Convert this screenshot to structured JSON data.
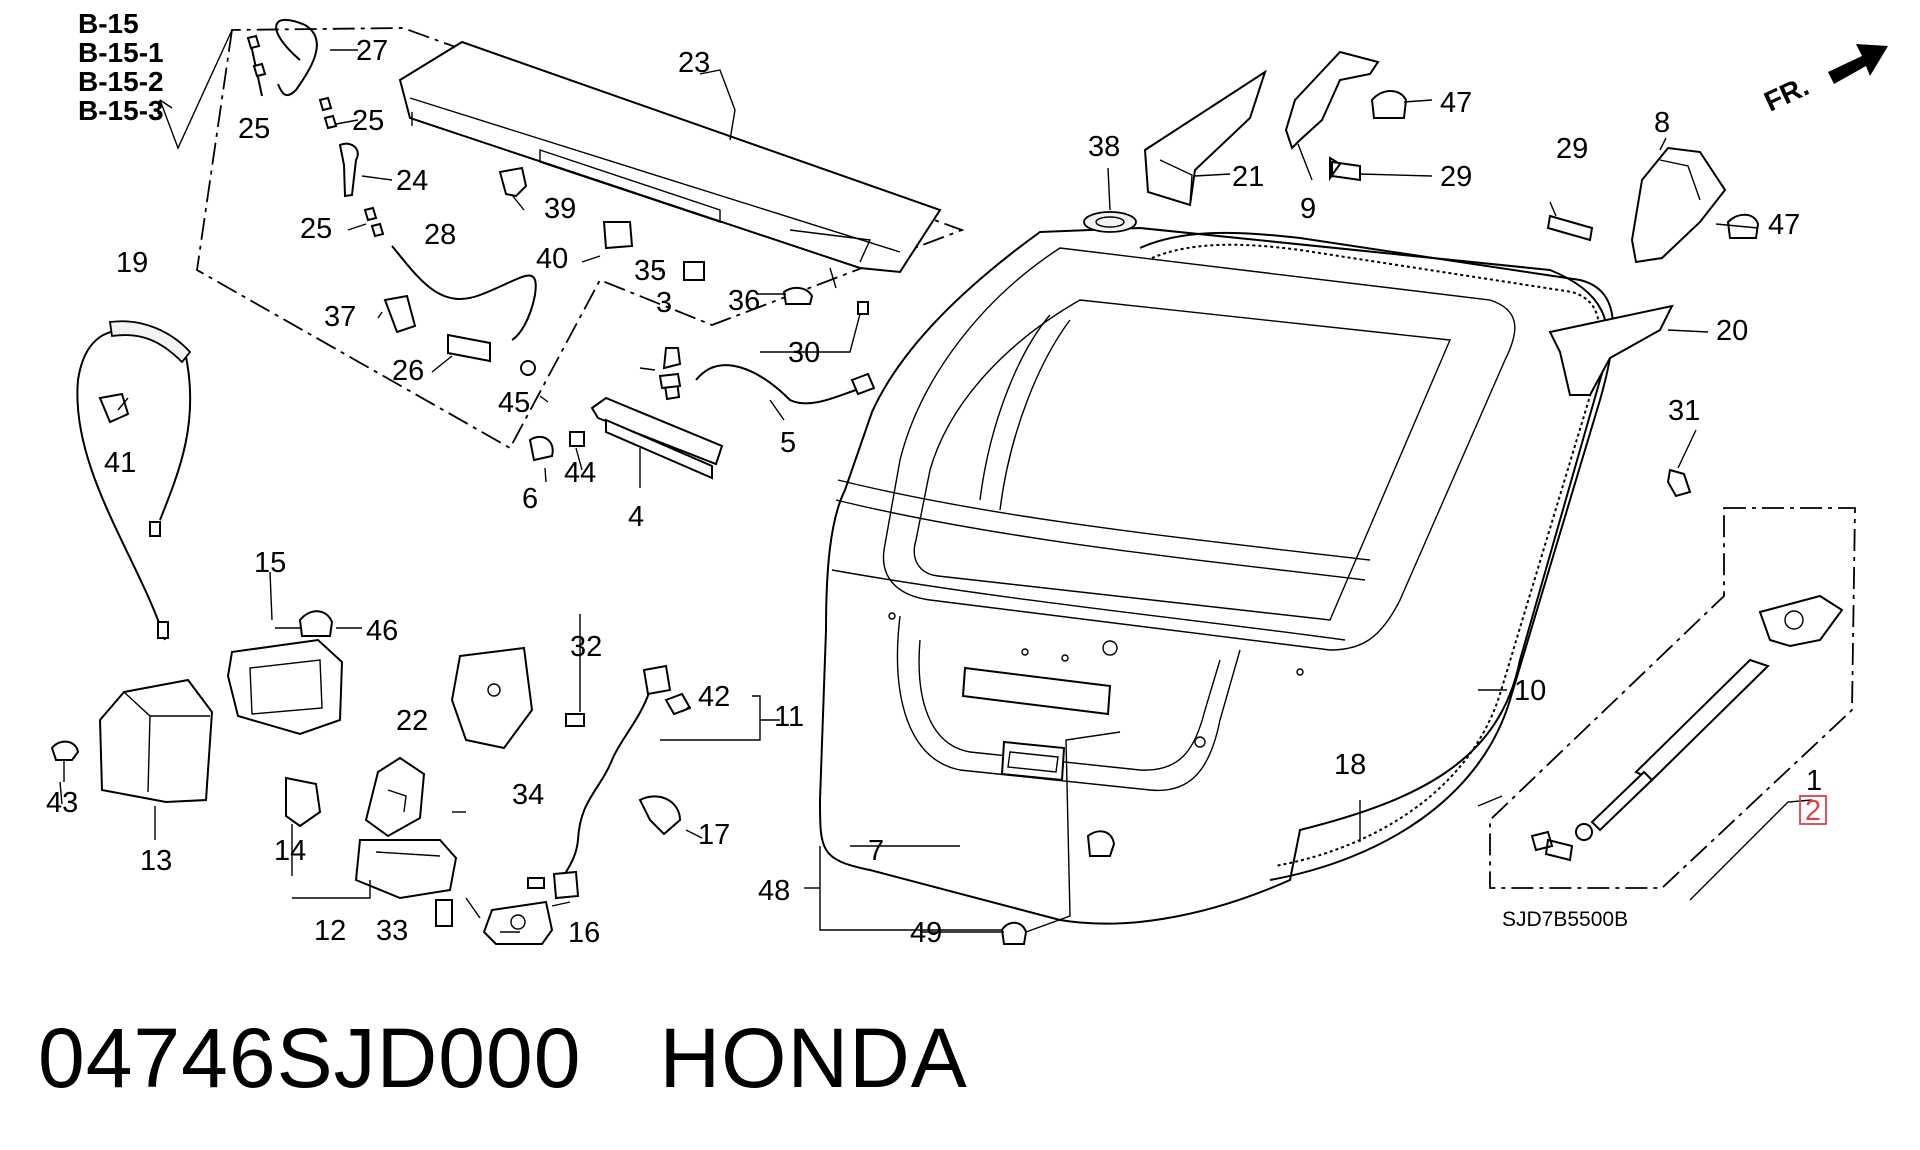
{
  "diagram": {
    "section_refs": [
      "B-15",
      "B-15-1",
      "B-15-2",
      "B-15-3"
    ],
    "front_indicator": "FR.",
    "ref_code": "SJD7B5500B",
    "highlighted_callout": "2",
    "callouts": {
      "c1": "1",
      "c3": "3",
      "c4": "4",
      "c5": "5",
      "c6": "6",
      "c7": "7",
      "c8": "8",
      "c9": "9",
      "c10": "10",
      "c11": "11",
      "c12": "12",
      "c13": "13",
      "c14": "14",
      "c15": "15",
      "c16": "16",
      "c17": "17",
      "c18": "18",
      "c19": "19",
      "c20": "20",
      "c21": "21",
      "c22": "22",
      "c23": "23",
      "c24": "24",
      "c25a": "25",
      "c25b": "25",
      "c25c": "25",
      "c26": "26",
      "c27": "27",
      "c28": "28",
      "c29a": "29",
      "c29b": "29",
      "c30": "30",
      "c31": "31",
      "c32": "32",
      "c33": "33",
      "c34": "34",
      "c35": "35",
      "c36": "36",
      "c37": "37",
      "c38": "38",
      "c39": "39",
      "c40": "40",
      "c41": "41",
      "c42": "42",
      "c43": "43",
      "c44": "44",
      "c45": "45",
      "c46": "46",
      "c47a": "47",
      "c47b": "47",
      "c48": "48",
      "c49": "49"
    }
  },
  "caption": {
    "part_number": "04746SJD000",
    "brand": "HONDA"
  }
}
